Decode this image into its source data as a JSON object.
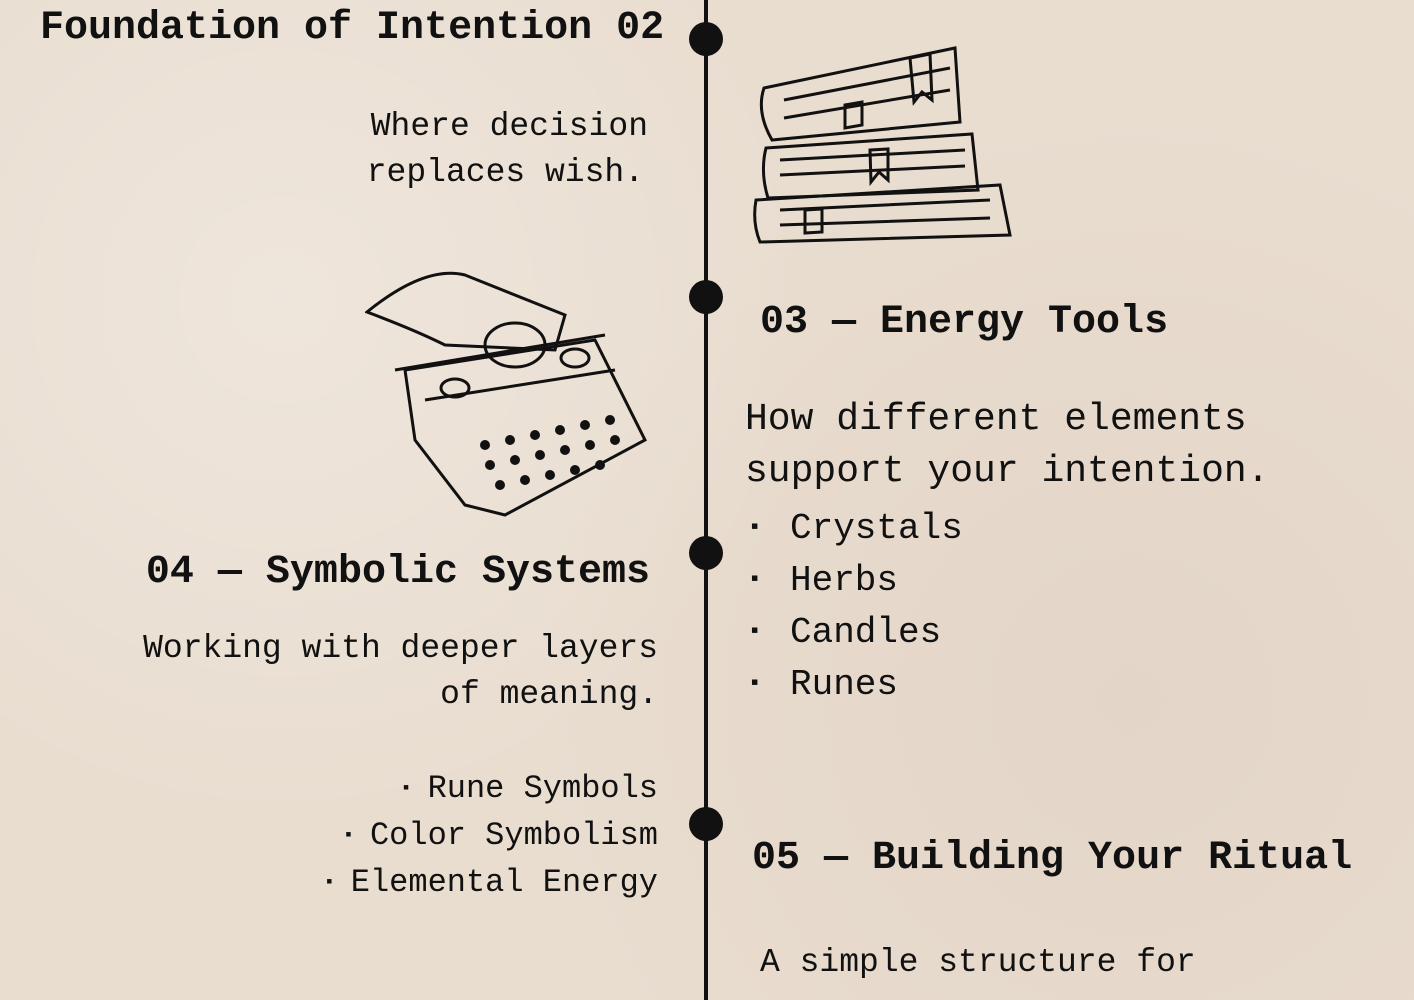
{
  "sections": {
    "s02": {
      "title": "Foundation of Intention 02",
      "desc_line1": "Where decision",
      "desc_line2": "replaces wish."
    },
    "s03": {
      "title": "03 — Energy Tools",
      "desc_line1": "How different elements",
      "desc_line2": "support your intention.",
      "items": [
        "Crystals",
        "Herbs",
        "Candles",
        "Runes"
      ]
    },
    "s04": {
      "title": "04 — Symbolic Systems",
      "desc_line1": "Working with deeper layers",
      "desc_line2": "of meaning.",
      "items": [
        "Rune Symbols",
        "Color Symbolism",
        "Elemental Energy"
      ]
    },
    "s05": {
      "title": "05 — Building Your Ritual",
      "desc_line1": "A simple structure for"
    }
  },
  "bullet": "▪",
  "colors": {
    "background": "#e9ddd0",
    "ink": "#111111"
  }
}
